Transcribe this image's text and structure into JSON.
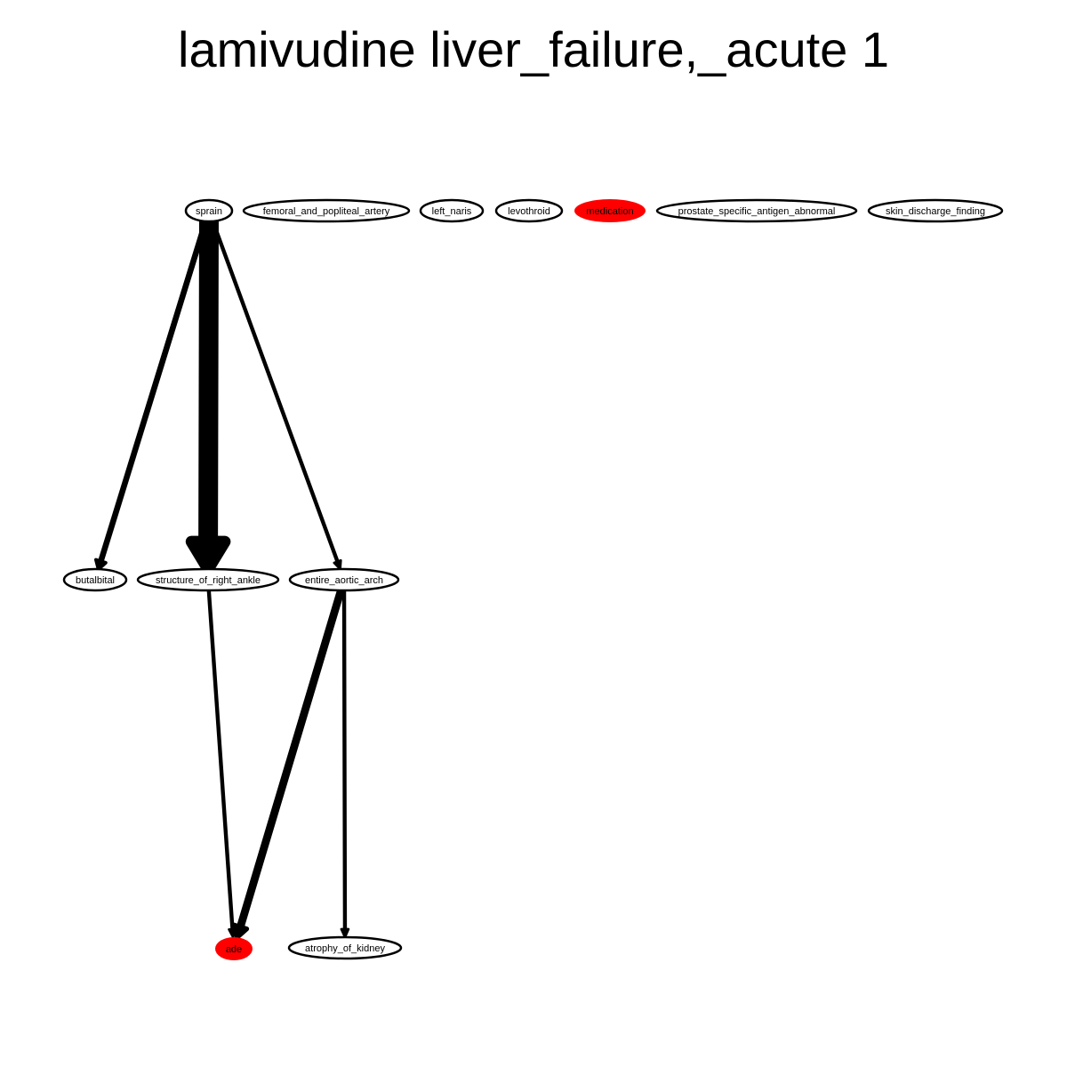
{
  "title": "lamivudine liver_failure,_acute 1",
  "colors": {
    "highlight_fill": "#ff0000",
    "node_fill": "#ffffff",
    "node_stroke": "#000000",
    "edge": "#000000",
    "label": "#000000"
  },
  "nodes": [
    {
      "id": "sprain",
      "label": "sprain",
      "highlighted": false
    },
    {
      "id": "femoral_and_popliteal_artery",
      "label": "femoral_and_popliteal_artery",
      "highlighted": false
    },
    {
      "id": "left_naris",
      "label": "left_naris",
      "highlighted": false
    },
    {
      "id": "levothroid",
      "label": "levothroid",
      "highlighted": false
    },
    {
      "id": "medication",
      "label": "medication",
      "highlighted": true
    },
    {
      "id": "prostate_specific_antigen_abnormal",
      "label": "prostate_specific_antigen_abnormal",
      "highlighted": false
    },
    {
      "id": "skin_discharge_finding",
      "label": "skin_discharge_finding",
      "highlighted": false
    },
    {
      "id": "butalbital",
      "label": "butalbital",
      "highlighted": false
    },
    {
      "id": "structure_of_right_ankle",
      "label": "structure_of_right_ankle",
      "highlighted": false
    },
    {
      "id": "entire_aortic_arch",
      "label": "entire_aortic_arch",
      "highlighted": false
    },
    {
      "id": "ade",
      "label": "ade",
      "highlighted": true
    },
    {
      "id": "atrophy_of_kidney",
      "label": "atrophy_of_kidney",
      "highlighted": false
    }
  ],
  "edges": [
    {
      "from": "sprain",
      "to": "butalbital",
      "weight": 3
    },
    {
      "from": "sprain",
      "to": "structure_of_right_ankle",
      "weight": 10
    },
    {
      "from": "sprain",
      "to": "entire_aortic_arch",
      "weight": 2
    },
    {
      "from": "structure_of_right_ankle",
      "to": "ade",
      "weight": 2
    },
    {
      "from": "entire_aortic_arch",
      "to": "ade",
      "weight": 4
    },
    {
      "from": "entire_aortic_arch",
      "to": "atrophy_of_kidney",
      "weight": 2
    }
  ]
}
